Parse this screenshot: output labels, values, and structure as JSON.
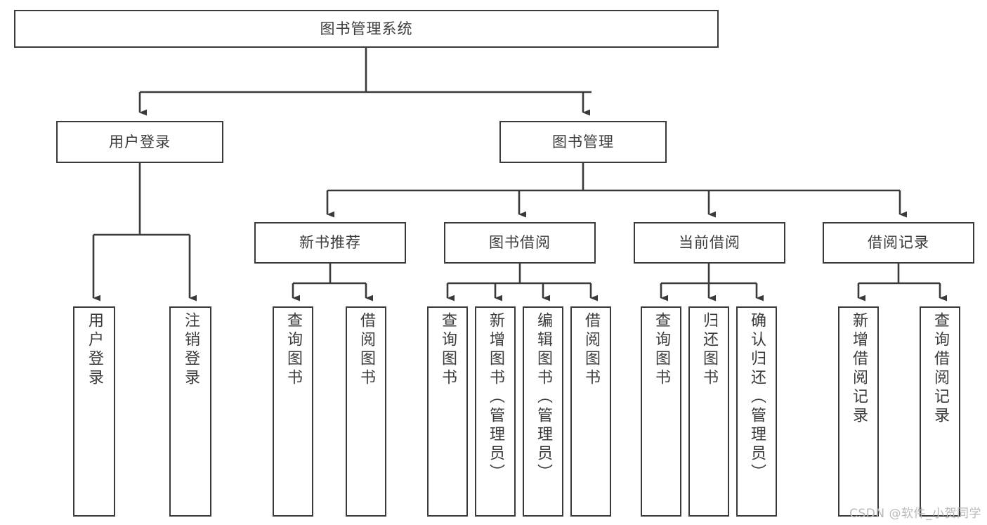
{
  "diagram": {
    "title": "图书管理系统",
    "type": "hierarchy-tree",
    "root": {
      "label": "图书管理系统"
    },
    "level2": [
      {
        "label": "用户登录"
      },
      {
        "label": "图书管理"
      }
    ],
    "level3": [
      {
        "label": "新书推荐"
      },
      {
        "label": "图书借阅"
      },
      {
        "label": "当前借阅"
      },
      {
        "label": "借阅记录"
      }
    ],
    "leaves": {
      "user_login": [
        {
          "label": "用户登录"
        },
        {
          "label": "注销登录"
        }
      ],
      "new_book_recommend": [
        {
          "label": "查询图书"
        },
        {
          "label": "借阅图书"
        }
      ],
      "book_borrow": [
        {
          "label": "查询图书"
        },
        {
          "label": "新增图书（管理员）"
        },
        {
          "label": "编辑图书（管理员）"
        },
        {
          "label": "借阅图书"
        }
      ],
      "current_borrow": [
        {
          "label": "查询图书"
        },
        {
          "label": "归还图书"
        },
        {
          "label": "确认归还（管理员）"
        }
      ],
      "borrow_records": [
        {
          "label": "新增借阅记录"
        },
        {
          "label": "查询借阅记录"
        }
      ]
    }
  },
  "watermark": {
    "text": "CSDN @软件_小贺同学"
  },
  "colors": {
    "border": "#3a3a3a",
    "text": "#3b3b3b",
    "background": "#ffffff",
    "watermark": "#b9b9b9"
  }
}
